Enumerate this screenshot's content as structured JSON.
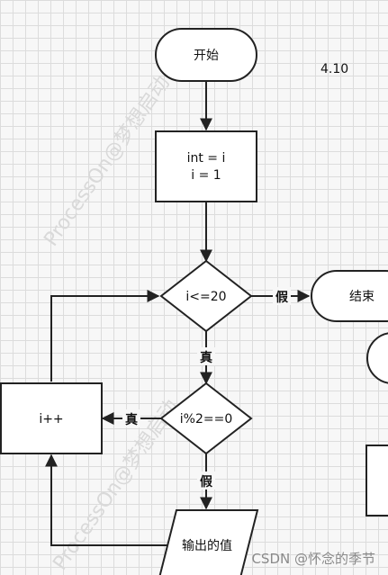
{
  "nodes": {
    "start": "开始",
    "init_line1": "int = i",
    "init_line2": "i = 1",
    "cond_loop": "i<=20",
    "end": "结束",
    "cond_mod": "i%2==0",
    "increment": "i++",
    "output": "输出的值"
  },
  "edge_labels": {
    "loop_false": "假",
    "loop_true": "真",
    "mod_true": "真",
    "mod_false": "假"
  },
  "version_label": "4.10",
  "watermarks": [
    "ProcessOn@梦想启动",
    "ProcessOn@梦想启动"
  ],
  "footer": "CSDN @怀念的季节",
  "colors": {
    "stroke": "#222222",
    "fill": "#ffffff",
    "grid": "#dcdcdc"
  }
}
